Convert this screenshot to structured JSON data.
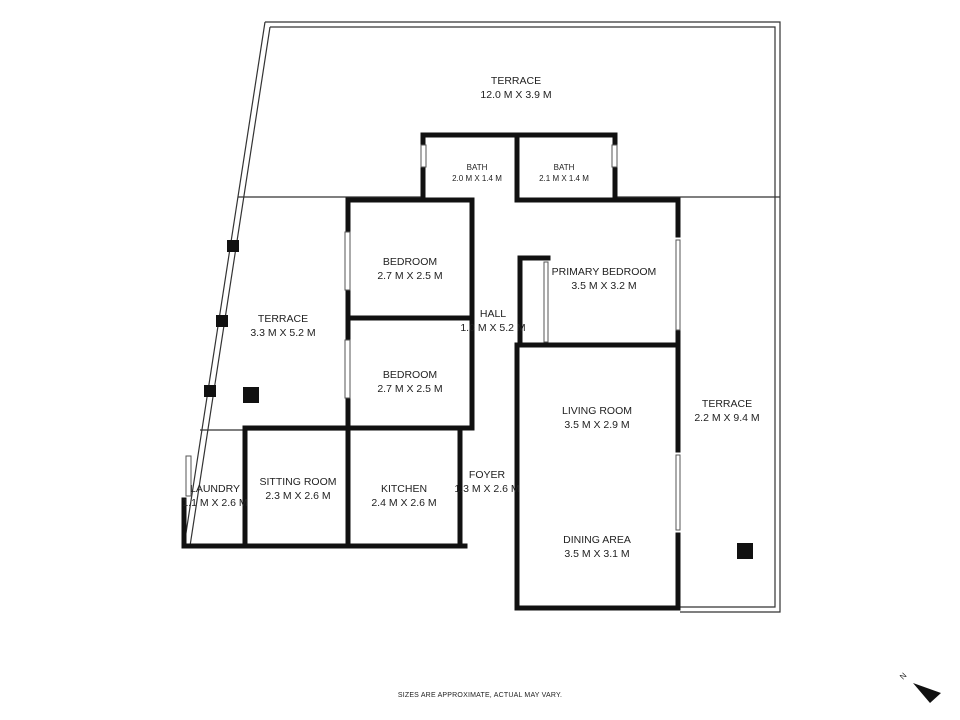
{
  "rooms": {
    "terrace_top": {
      "name": "TERRACE",
      "size": "12.0 M X 3.9 M"
    },
    "bath_1": {
      "name": "BATH",
      "size": "2.0 M X 1.4 M"
    },
    "bath_2": {
      "name": "BATH",
      "size": "2.1 M X 1.4 M"
    },
    "bedroom_1": {
      "name": "BEDROOM",
      "size": "2.7 M X 2.5 M"
    },
    "primary": {
      "name": "PRIMARY BEDROOM",
      "size": "3.5 M X 3.2 M"
    },
    "terrace_left": {
      "name": "TERRACE",
      "size": "3.3 M X 5.2 M"
    },
    "hall": {
      "name": "HALL",
      "size": "1.0 M X 5.2 M"
    },
    "bedroom_2": {
      "name": "BEDROOM",
      "size": "2.7 M X 2.5 M"
    },
    "living": {
      "name": "LIVING ROOM",
      "size": "3.5 M X 2.9 M"
    },
    "terrace_right": {
      "name": "TERRACE",
      "size": "2.2 M X 9.4 M"
    },
    "laundry": {
      "name": "LAUNDRY",
      "size": "1.1 M X 2.6 M"
    },
    "sitting": {
      "name": "SITTING ROOM",
      "size": "2.3 M X 2.6 M"
    },
    "kitchen": {
      "name": "KITCHEN",
      "size": "2.4 M X 2.6 M"
    },
    "foyer": {
      "name": "FOYER",
      "size": "1.3 M X 2.6 M"
    },
    "dining": {
      "name": "DINING AREA",
      "size": "3.5 M X 3.1 M"
    }
  },
  "disclaimer": "SIZES ARE APPROXIMATE, ACTUAL MAY VARY.",
  "compass": {
    "label": "N"
  },
  "colors": {
    "wall": "#111111",
    "line": "#333333",
    "background": "#ffffff"
  }
}
